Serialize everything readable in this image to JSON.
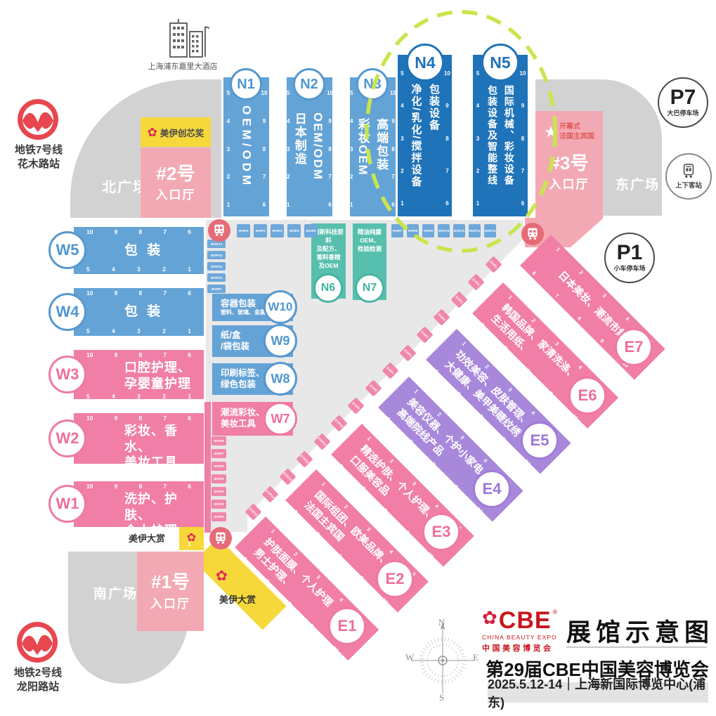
{
  "header": {
    "hotel": "上海浦东嘉里大酒店",
    "metro7": "地铁7号线\n花木路站",
    "metro2": "地铁2号线\n龙阳路站"
  },
  "plazas": {
    "north": "北广场",
    "east": "东广场",
    "south": "南广场"
  },
  "parking": {
    "p7_id": "P7",
    "p7_label": "大巴停车场",
    "p1_id": "P1",
    "p1_label": "小车停车场",
    "pickup_label": "上下客站"
  },
  "entrances": {
    "no1": {
      "no": "#1号",
      "hall": "入口厅"
    },
    "no2": {
      "no": "#2号",
      "hall": "入口厅"
    },
    "no3": {
      "no": "#3号",
      "hall": "入口厅"
    },
    "opening_line1": "开幕式",
    "opening_line2": "法国主宾国"
  },
  "awards": {
    "innovation": "美伊创芯奖",
    "grand_w": "美伊大赏",
    "grand_diag": "美伊大赏"
  },
  "halls": {
    "n": [
      {
        "id": "N1",
        "lines": "OEM/ODM"
      },
      {
        "id": "N2",
        "lines": "OEM/ODM\n日本制造"
      },
      {
        "id": "N3",
        "lines": "高端包装\n彩妆OEM"
      },
      {
        "id": "N4",
        "lines": "包装设备\n净化/乳化/搅拌设备"
      },
      {
        "id": "N5",
        "lines": "国际机械、彩妆设备\n包装设备及智能整线"
      },
      {
        "id": "N6",
        "label": "创新科技原料\n及配方、\n香料香精\n及OEM"
      },
      {
        "id": "N7",
        "label": "精油纯露\nOEM、\n检验检测"
      }
    ],
    "w_left": [
      {
        "id": "W5",
        "label": "包 装"
      },
      {
        "id": "W4",
        "label": "包 装"
      },
      {
        "id": "W3",
        "label": "口腔护理、\n孕婴童护理"
      },
      {
        "id": "W2",
        "label": "彩妆、香水、\n美妆工具"
      },
      {
        "id": "W1",
        "label": "洗护、护肤、\n个人护理"
      }
    ],
    "w_mid": [
      {
        "id": "W10",
        "line1": "容器包装",
        "line2": "塑料、玻璃、金属"
      },
      {
        "id": "W9",
        "line1": "纸/盒",
        "line2": "/袋包装"
      },
      {
        "id": "W8",
        "line1": "印刷标签、",
        "line2": "绿色包装"
      },
      {
        "id": "W7",
        "line1": "潮流彩妆、",
        "line2": "美妆工具"
      }
    ],
    "e": [
      {
        "id": "E7",
        "lines": "日本美妆、潮流市集"
      },
      {
        "id": "E6",
        "lines": "韩国品牌、家清洗涤、\n生活用纸、"
      },
      {
        "id": "E5",
        "lines": "功效美容、皮肤管理、\n大健康、美甲美睫纹绣"
      },
      {
        "id": "E4",
        "lines": "美容仪器、个护小家电、\n高端院线产品"
      },
      {
        "id": "E3",
        "lines": "精选护肤、个人护理、\n口服美容品"
      },
      {
        "id": "E2",
        "lines": "国际组团、欧美品牌、\n法国主宾国"
      },
      {
        "id": "E1",
        "lines": "护肤面膜、个人护理\n男士护理、"
      }
    ]
  },
  "gate_numbers": {
    "top": [
      "10",
      "9",
      "8",
      "7",
      "6"
    ],
    "bottom": [
      "5",
      "4",
      "3",
      "2",
      "1"
    ],
    "left": [
      "5",
      "4",
      "3",
      "2",
      "1"
    ],
    "right": [
      "10",
      "9",
      "8",
      "7",
      "6"
    ],
    "diag_top": [
      "1",
      "2",
      "3",
      "4",
      "5"
    ],
    "diag_bottom": [
      "6",
      "7",
      "8",
      "9",
      "10"
    ]
  },
  "vip": {
    "w_row": [
      "WVIP1",
      "WVIP2",
      "WVIP3",
      "WVIP4",
      "WVIP5"
    ],
    "w_col": [
      "WVIP13",
      "WVIP12",
      "WVIP11",
      "WVIP10",
      "WVIP9"
    ],
    "n_row": [
      "NVIP7",
      "NVIP8",
      "NVIP9",
      "NVIP10",
      "NVIP11",
      "NVIP12",
      "NVIP13"
    ],
    "w_col2": [
      "WVIP8",
      "WVIP7",
      "WVIP6",
      "WVIP5",
      "WVIP4",
      "WVIP3",
      "WVIP2"
    ],
    "e_chain": [
      "EVIP1",
      "EVIP2",
      "EVIP3",
      "EVIP4",
      "EVIP5",
      "EVIP6",
      "EVIP7",
      "EVIP8",
      "EVIP9",
      "EVIP10",
      "EVIP11",
      "EVIP12",
      "EVIP13",
      "EVIP14",
      "EVIP15"
    ]
  },
  "compass": {
    "n": "N",
    "e": "E",
    "s": "S",
    "w": "W"
  },
  "footer": {
    "logo": "CBE",
    "logo_reg": "®",
    "logo_en": "CHINA BEAUTY EXPO",
    "logo_cn": "中国美容博览会",
    "map_title": "展馆示意图",
    "expo_title": "第29届CBE中国美容博览会",
    "date_venue": "2025.5.12-14｜上海新国际博览中心(浦东)"
  },
  "icons": {
    "flower": "✿",
    "star": "★"
  },
  "colors": {
    "blue": "#64A3D6",
    "dark_blue": "#1F73B8",
    "teal": "#57BFAD",
    "pink": "#F07EA6",
    "purple": "#A888DB",
    "salmon": "#F3A9B3",
    "yellow": "#F6D83B",
    "gray": "#D2D2D2",
    "light_gray": "#E8E8E8",
    "metro_red": "#E8474F",
    "bus_pink": "#E76B77",
    "cbe_red": "#C8161D",
    "highlight": "#C9E54E"
  }
}
